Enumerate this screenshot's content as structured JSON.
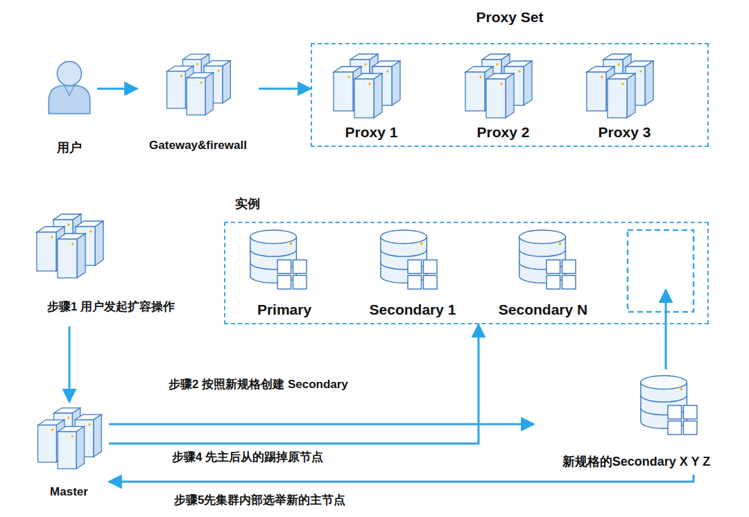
{
  "diagram": {
    "nodes": [
      {
        "text": [
          "用户"
        ]
      },
      {
        "text": [
          "Gateway&firewall"
        ]
      },
      {
        "text": [
          "Proxy Set"
        ]
      },
      {
        "text": [
          "Proxy 1"
        ],
        "in": 2
      },
      {
        "text": [
          "Proxy 2"
        ],
        "in": 2
      },
      {
        "text": [
          "Proxy 3"
        ],
        "in": 2
      },
      {
        "text": [
          "实例"
        ]
      },
      {
        "text": [
          "Primary"
        ],
        "in": 6
      },
      {
        "text": [
          "Secondary 1"
        ],
        "in": 6
      },
      {
        "text": [
          "Secondary N"
        ],
        "in": 6
      },
      {
        "text": [
          "步骤1 用户发起扩容操作"
        ]
      },
      {
        "text": [
          "Master"
        ]
      },
      {
        "text": [
          "新规格的Secondary X Y Z"
        ]
      }
    ],
    "edges": [
      {
        "from": 0,
        "to": 1,
        "arrow": "to"
      },
      {
        "from": 1,
        "to": 2,
        "arrow": "to"
      },
      {
        "from": 10,
        "to": 11,
        "arrow": "to"
      },
      {
        "from": 11,
        "to": 12,
        "arrow": "to",
        "label": "步骤2 按照新规格创建 Secondary"
      },
      {
        "from": 11,
        "to": 6,
        "arrow": "to",
        "label": "步骤4 先主后从的踢掉原节点"
      },
      {
        "from": 12,
        "to": 11,
        "arrow": "to",
        "label": "步骤5先集群内部选举新的主节点"
      }
    ]
  }
}
